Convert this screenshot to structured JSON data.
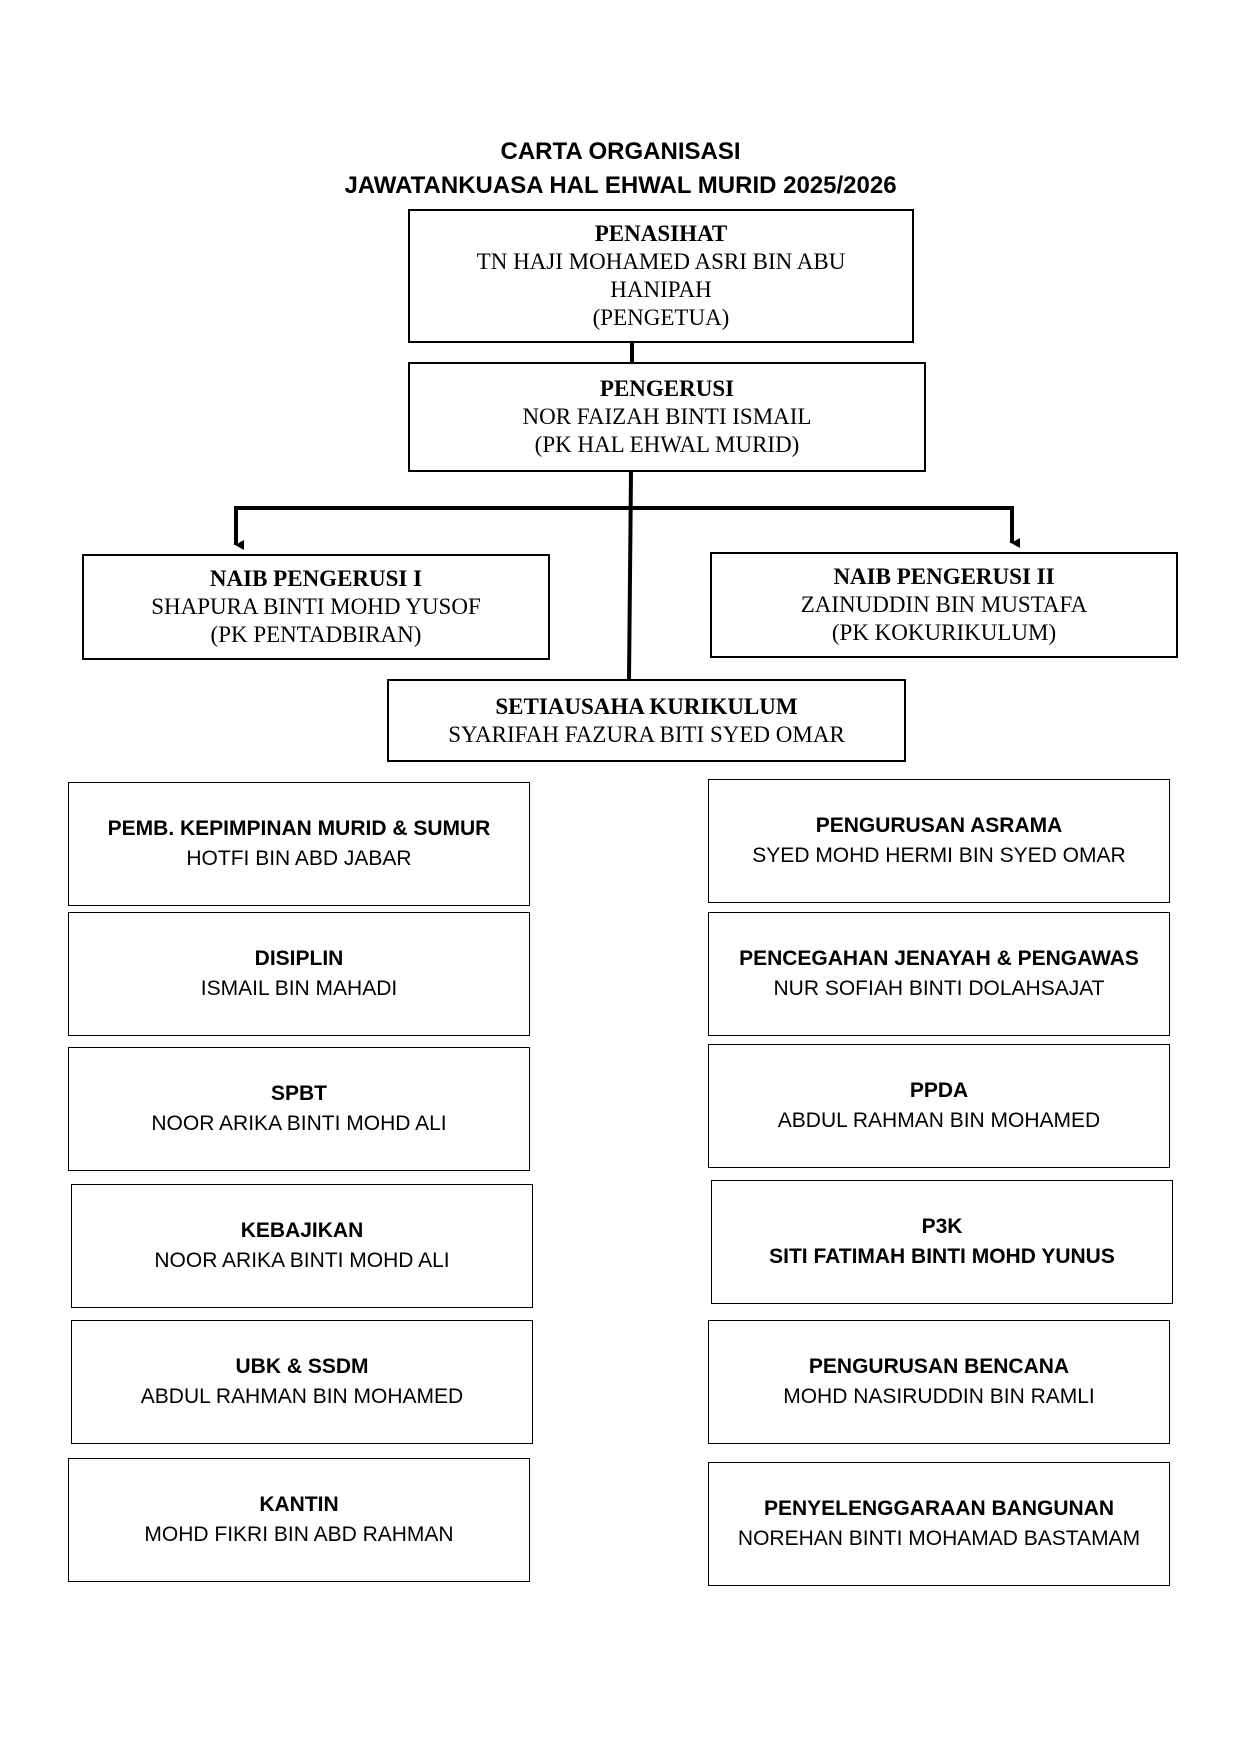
{
  "header": {
    "title_line1": "CARTA ORGANISASI",
    "title_line2": "JAWATANKUASA HAL EHWAL MURID 2025/2026"
  },
  "penasihat": {
    "role": "PENASIHAT",
    "name_line1": "TN HAJI MOHAMED ASRI BIN ABU",
    "name_line2": "HANIPAH",
    "position": "(PENGETUA)"
  },
  "pengerusi": {
    "role": "PENGERUSI",
    "name": "NOR FAIZAH BINTI ISMAIL",
    "position": "(PK HAL EHWAL MURID)"
  },
  "naib1": {
    "role": "NAIB PENGERUSI I",
    "name": "SHAPURA BINTI MOHD YUSOF",
    "position": "(PK PENTADBIRAN)"
  },
  "naib2": {
    "role": "NAIB PENGERUSI II",
    "name": "ZAINUDDIN BIN MUSTAFA",
    "position": "(PK KOKURIKULUM)"
  },
  "setiausaha": {
    "role": "SETIAUSAHA KURIKULUM",
    "name": "SYARIFAH FAZURA BITI SYED OMAR"
  },
  "units_left": [
    {
      "role": "PEMB. KEPIMPINAN MURID & SUMUR",
      "name": "HOTFI BIN ABD JABAR"
    },
    {
      "role": "DISIPLIN",
      "name": "ISMAIL BIN MAHADI"
    },
    {
      "role": "SPBT",
      "name": "NOOR ARIKA BINTI MOHD ALI"
    },
    {
      "role": "KEBAJIKAN",
      "name": "NOOR ARIKA BINTI MOHD ALI"
    },
    {
      "role": "UBK & SSDM",
      "name": "ABDUL RAHMAN BIN MOHAMED"
    },
    {
      "role": "KANTIN",
      "name": "MOHD FIKRI BIN ABD RAHMAN"
    }
  ],
  "units_right": [
    {
      "role": "PENGURUSAN ASRAMA",
      "name": "SYED MOHD HERMI BIN SYED OMAR"
    },
    {
      "role": "PENCEGAHAN JENAYAH & PENGAWAS",
      "name": "NUR SOFIAH BINTI DOLAHSAJAT"
    },
    {
      "role": "PPDA",
      "name": "ABDUL RAHMAN BIN MOHAMED"
    },
    {
      "role": "P3K",
      "name": "SITI FATIMAH BINTI MOHD YUNUS"
    },
    {
      "role": "PENGURUSAN BENCANA",
      "name": "MOHD NASIRUDDIN BIN RAMLI"
    },
    {
      "role": "PENYELENGGARAAN BANGUNAN",
      "name": "NOREHAN BINTI MOHAMAD BASTAMAM"
    }
  ]
}
